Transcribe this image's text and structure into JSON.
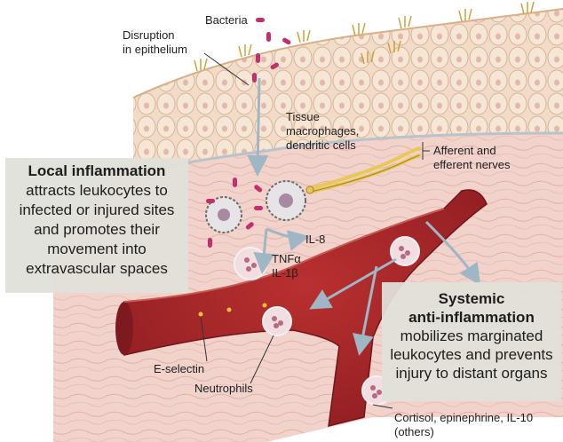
{
  "labels": {
    "bacteria": "Bacteria",
    "disruption_line1": "Disruption",
    "disruption_line2": "in epithelium",
    "tissue_line1": "Tissue",
    "tissue_line2": "macrophages,",
    "tissue_line3": "dendritic cells",
    "nerves_line1": "Afferent and",
    "nerves_line2": "efferent nerves",
    "il8": "IL-8",
    "tnf": "TNFα",
    "il1": "IL-1β",
    "eselectin": "E-selectin",
    "neutrophils": "Neutrophils",
    "cortisol_line1": "Cortisol, epinephrine, IL-10",
    "cortisol_line2": "(others)"
  },
  "local_box": {
    "title": "Local inflammation",
    "line1": "attracts leukocytes to",
    "line2": "infected or injured sites",
    "line3": "and promotes their",
    "line4": "movement into",
    "line5": "extravascular spaces"
  },
  "systemic_box": {
    "title_line1": "Systemic",
    "title_line2": "anti-inflammation",
    "line1": "mobilizes marginated",
    "line2": "leukocytes and prevents",
    "line3": "injury to distant organs"
  },
  "colors": {
    "tissue": "#f1d6cf",
    "epithelium": "#f0dcc6",
    "vessel": "#a8242a",
    "vessel_dark": "#7d1a1f",
    "bacteria": "#c2306c",
    "arrow": "#9fb6c4",
    "nerve": "#e9c85a",
    "box": "#e0e0da"
  }
}
